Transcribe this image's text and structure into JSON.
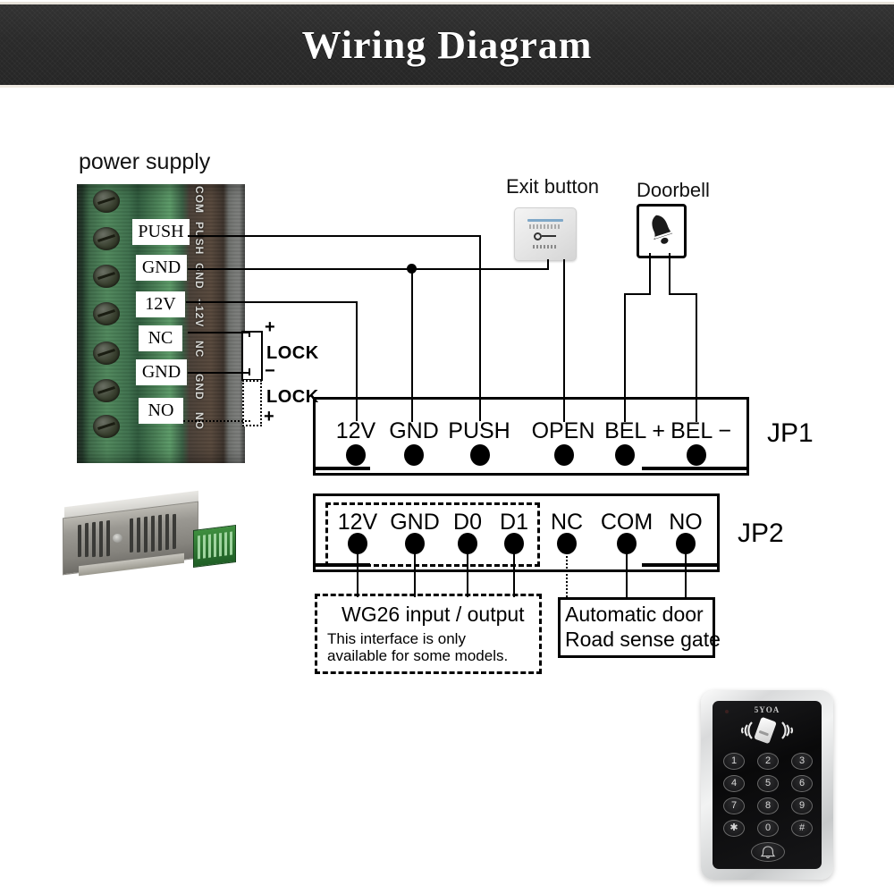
{
  "header": {
    "title": "Wiring Diagram"
  },
  "power_supply": {
    "label": "power supply",
    "terminal_labels": [
      "PUSH",
      "GND",
      "12V",
      "NC",
      "GND",
      "NO"
    ],
    "pcb_side_text": [
      "COM",
      "PUSH",
      "GND",
      "+12V",
      "NC",
      "GND",
      "NO"
    ]
  },
  "lock": {
    "upper": {
      "name": "LOCK",
      "plus": "+",
      "minus": "−",
      "style": "solid"
    },
    "lower": {
      "name": "LOCK",
      "plus": "+",
      "style": "dotted"
    }
  },
  "devices": {
    "exit_button": {
      "label": "Exit button",
      "icon": "exit-button-plate-icon"
    },
    "doorbell": {
      "label": "Doorbell",
      "icon": "bell-icon"
    }
  },
  "jp1": {
    "name": "JP1",
    "terminals": [
      "12V",
      "GND",
      "PUSH",
      "OPEN",
      "BEL +",
      "BEL −"
    ]
  },
  "jp2": {
    "name": "JP2",
    "terminals": [
      "12V",
      "GND",
      "D0",
      "D1",
      "NC",
      "COM",
      "NO"
    ]
  },
  "captions": {
    "wg26": {
      "title": "WG26 input / output",
      "line1": "This interface is only",
      "line2": "available for some models."
    },
    "auto_door": {
      "line1": "Automatic door",
      "line2": "Road sense gate"
    }
  },
  "keypad": {
    "brand": "5YOA",
    "keys": [
      "1",
      "2",
      "3",
      "4",
      "5",
      "6",
      "7",
      "8",
      "9",
      "✱",
      "0",
      "#"
    ],
    "bell_key_icon": "bell-icon",
    "card_icon": "rfid-card-icon"
  },
  "colors": {
    "banner_bg": "#2a2a2a",
    "banner_text": "#ffffff",
    "wire": "#000000",
    "pcb_green": "#4a8a56",
    "page_bg": "#ffffff"
  }
}
